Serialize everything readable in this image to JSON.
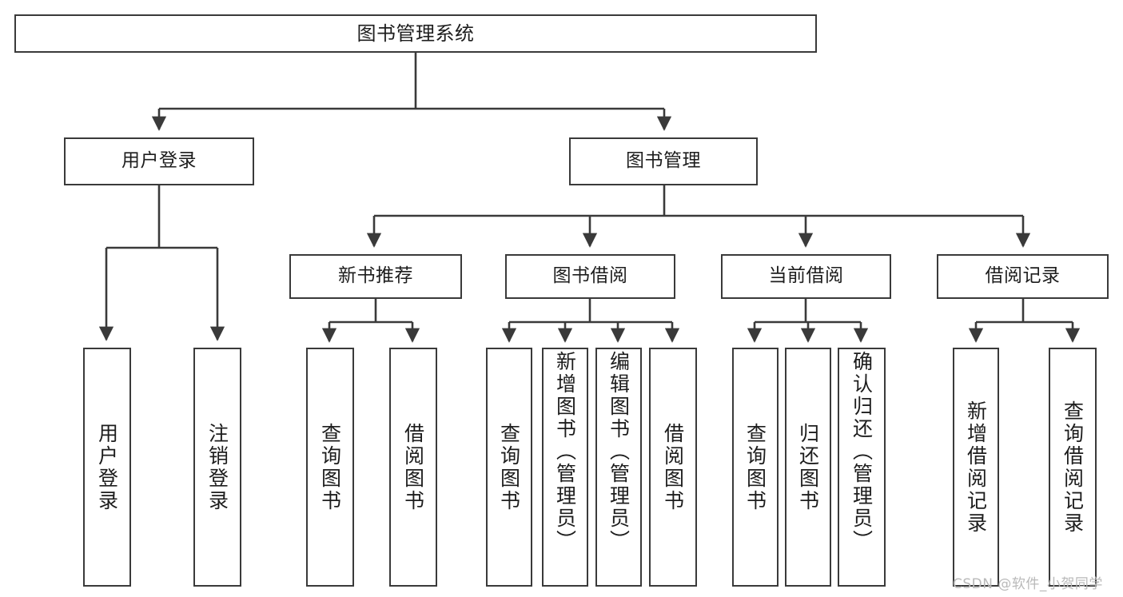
{
  "diagram": {
    "title": "图书管理系统",
    "type": "hierarchy-tree",
    "levels": [
      {
        "level": 1,
        "nodes": [
          {
            "id": "root",
            "label": "图书管理系统",
            "orientation": "horizontal"
          }
        ]
      },
      {
        "level": 2,
        "nodes": [
          {
            "id": "user-login",
            "label": "用户登录",
            "orientation": "horizontal"
          },
          {
            "id": "book-management",
            "label": "图书管理",
            "orientation": "horizontal"
          }
        ]
      },
      {
        "level": 3,
        "nodes": [
          {
            "id": "new-book-recommend",
            "label": "新书推荐",
            "orientation": "horizontal"
          },
          {
            "id": "book-borrow",
            "label": "图书借阅",
            "orientation": "horizontal"
          },
          {
            "id": "current-borrow",
            "label": "当前借阅",
            "orientation": "horizontal"
          },
          {
            "id": "borrow-record",
            "label": "借阅记录",
            "orientation": "horizontal"
          }
        ]
      },
      {
        "level": 4,
        "nodes": [
          {
            "id": "leaf-user-login",
            "label": "用户登录",
            "orientation": "vertical"
          },
          {
            "id": "leaf-logout-login",
            "label": "注销登录",
            "orientation": "vertical"
          },
          {
            "id": "leaf-query-book-1",
            "label": "查询图书",
            "orientation": "vertical"
          },
          {
            "id": "leaf-borrow-book-1",
            "label": "借阅图书",
            "orientation": "vertical"
          },
          {
            "id": "leaf-query-book-2",
            "label": "查询图书",
            "orientation": "vertical"
          },
          {
            "id": "leaf-add-book",
            "label": "新增图书（管理员）",
            "orientation": "vertical"
          },
          {
            "id": "leaf-edit-book",
            "label": "编辑图书（管理员）",
            "orientation": "vertical"
          },
          {
            "id": "leaf-borrow-book-2",
            "label": "借阅图书",
            "orientation": "vertical"
          },
          {
            "id": "leaf-query-book-3",
            "label": "查询图书",
            "orientation": "vertical"
          },
          {
            "id": "leaf-return-book",
            "label": "归还图书",
            "orientation": "vertical"
          },
          {
            "id": "leaf-confirm-return",
            "label": "确认归还（管理员）",
            "orientation": "vertical"
          },
          {
            "id": "leaf-add-record",
            "label": "新增借阅记录",
            "orientation": "vertical"
          },
          {
            "id": "leaf-query-record",
            "label": "查询借阅记录",
            "orientation": "vertical"
          }
        ]
      }
    ],
    "colors": {
      "stroke": "#3a3a3a",
      "text": "#1d1d1d",
      "background": "#ffffff",
      "watermark": "#b9b9b9"
    }
  },
  "watermark": {
    "text": "CSDN @软件_小贺同学"
  }
}
